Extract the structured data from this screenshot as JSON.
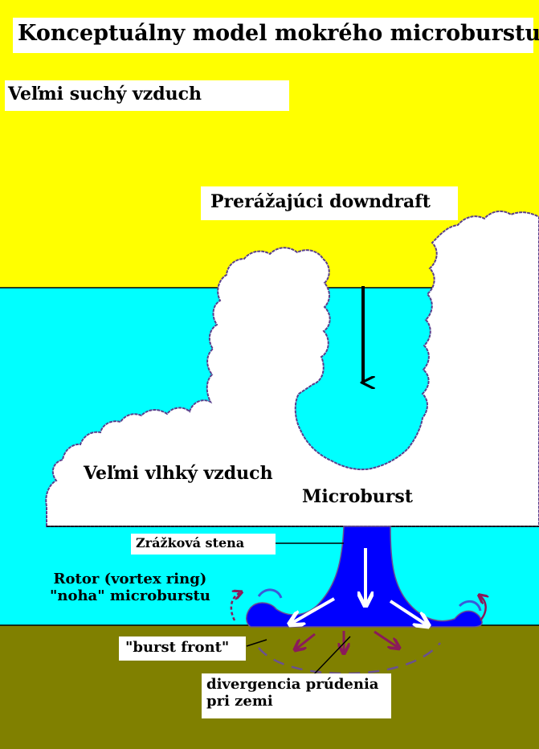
{
  "title": "Konceptuálny model mokrého microburstu",
  "labels": {
    "dry_air": "Veľmi suchý vzduch",
    "downdraft": "Prerážajúci downdraft",
    "moist_air": "Veľmi vlhký vzduch",
    "microburst": "Microburst",
    "precip_wall": "Zrážková stena",
    "rotor_line1": "Rotor (vortex ring)",
    "rotor_line2": "\"noha\" microburstu",
    "burst_front": "\"burst front\"",
    "divergence_line1": "divergencia prúdenia",
    "divergence_line2": "pri zemi"
  },
  "colors": {
    "dry_air": "#ffff00",
    "moist_air": "#00ffff",
    "cloud": "#ffffff",
    "cloud_outline": "#5a3f8c",
    "ground": "#808000",
    "precip": "#0000ff",
    "outflow_arrow": "#8b1a5a",
    "arrow": "#000000"
  }
}
